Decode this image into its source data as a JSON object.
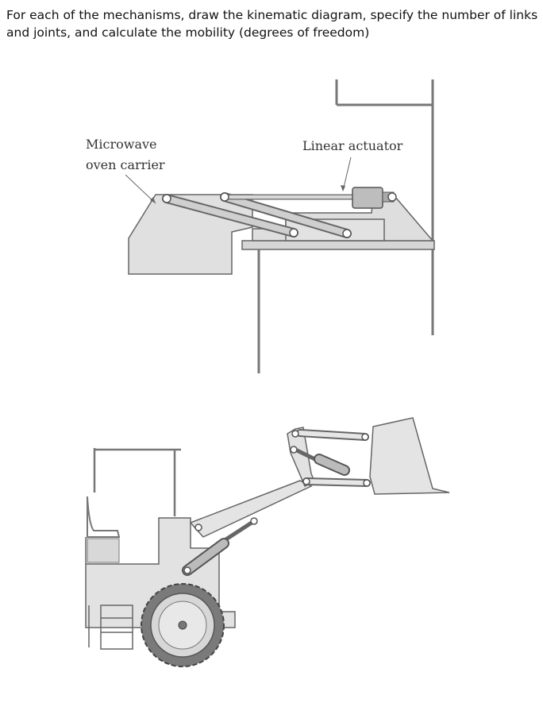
{
  "question": {
    "text": "For each of the mechanisms, draw the kinematic diagram, specify the number of links and joints, and calculate the mobility (degrees of freedom)"
  },
  "figure1": {
    "label_carrier_line1": "Microwave",
    "label_carrier_line2": "oven carrier",
    "label_actuator": "Linear actuator"
  }
}
